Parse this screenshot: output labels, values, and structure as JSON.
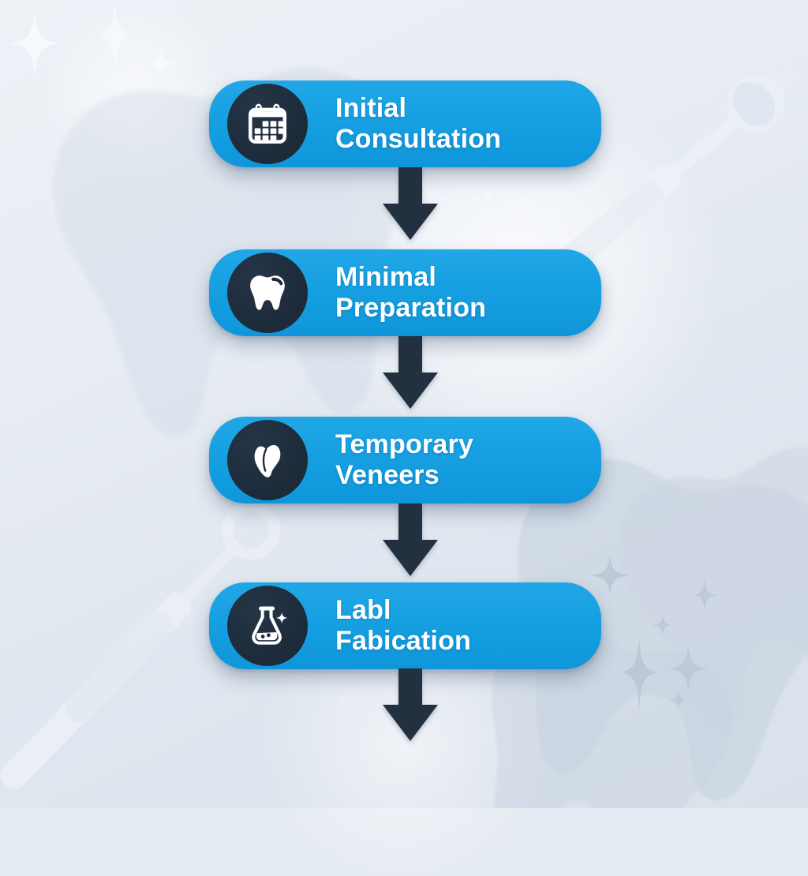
{
  "flow": {
    "title": "",
    "direction": "vertical",
    "connector": "down-arrow",
    "steps": [
      {
        "line1": "Initial",
        "line2": "Consultation",
        "icon": "calendar-icon"
      },
      {
        "line1": "Minimal",
        "line2": "Preparation",
        "icon": "tooth-icon"
      },
      {
        "line1": "Temporary",
        "line2": "Veneers",
        "icon": "veneer-icon"
      },
      {
        "line1": "Labl",
        "line2": "Fabication",
        "icon": "flask-icon"
      }
    ]
  },
  "colors": {
    "pill_blue": "#149EE0",
    "icon_circle_navy": "#1C2A39",
    "arrow_navy": "#22303F",
    "label_text": "#FFFFFF",
    "background_light": "#E5EBF2",
    "motif_gray_blue": "#C5D1DE"
  },
  "background_motifs": [
    "sparkle-stars",
    "tooth-silhouettes",
    "dental-instrument-top-right",
    "dental-instrument-bottom-left"
  ]
}
